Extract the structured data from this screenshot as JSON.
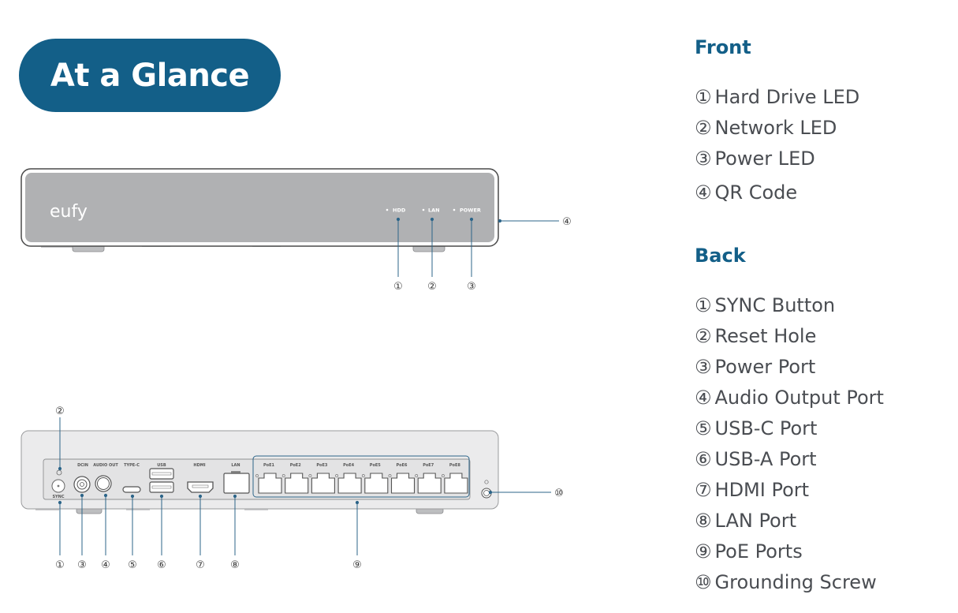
{
  "header": {
    "title": "At a Glance"
  },
  "colors": {
    "brand": "#135f88",
    "device_face": "#b0b1b3",
    "callout_line": "#2c6589",
    "text": "#4a4d52"
  },
  "front_diagram": {
    "logo": "eufy",
    "leds": [
      "HDD",
      "LAN",
      "POWER"
    ],
    "callouts": [
      "①",
      "②",
      "③",
      "④"
    ]
  },
  "back_diagram": {
    "labels": {
      "sync": "SYNC",
      "dcin": "DCIN",
      "audio_out": "AUDIO OUT",
      "type_c": "TYPE-C",
      "usb": "USB",
      "hdmi": "HDMI",
      "lan": "LAN",
      "poe": [
        "PoE1",
        "PoE2",
        "PoE3",
        "PoE4",
        "PoE5",
        "PoE6",
        "PoE7",
        "PoE8"
      ]
    },
    "callouts": [
      "①",
      "②",
      "③",
      "④",
      "⑤",
      "⑥",
      "⑦",
      "⑧",
      "⑨",
      "⑩"
    ]
  },
  "legend": {
    "front": {
      "heading": "Front",
      "items": [
        {
          "num": "①",
          "label": "Hard Drive LED"
        },
        {
          "num": "②",
          "label": "Network LED"
        },
        {
          "num": "③",
          "label": "Power LED"
        },
        {
          "num": "④",
          "label": "QR Code"
        }
      ]
    },
    "back": {
      "heading": "Back",
      "items": [
        {
          "num": "①",
          "label": "SYNC Button"
        },
        {
          "num": "②",
          "label": "Reset Hole"
        },
        {
          "num": "③",
          "label": "Power Port"
        },
        {
          "num": "④",
          "label": "Audio Output Port"
        },
        {
          "num": "⑤",
          "label": "USB-C Port"
        },
        {
          "num": "⑥",
          "label": "USB-A Port"
        },
        {
          "num": "⑦",
          "label": "HDMI Port"
        },
        {
          "num": "⑧",
          "label": "LAN Port"
        },
        {
          "num": "⑨",
          "label": "PoE Ports"
        },
        {
          "num": "⑩",
          "label": "Grounding Screw"
        }
      ]
    }
  }
}
